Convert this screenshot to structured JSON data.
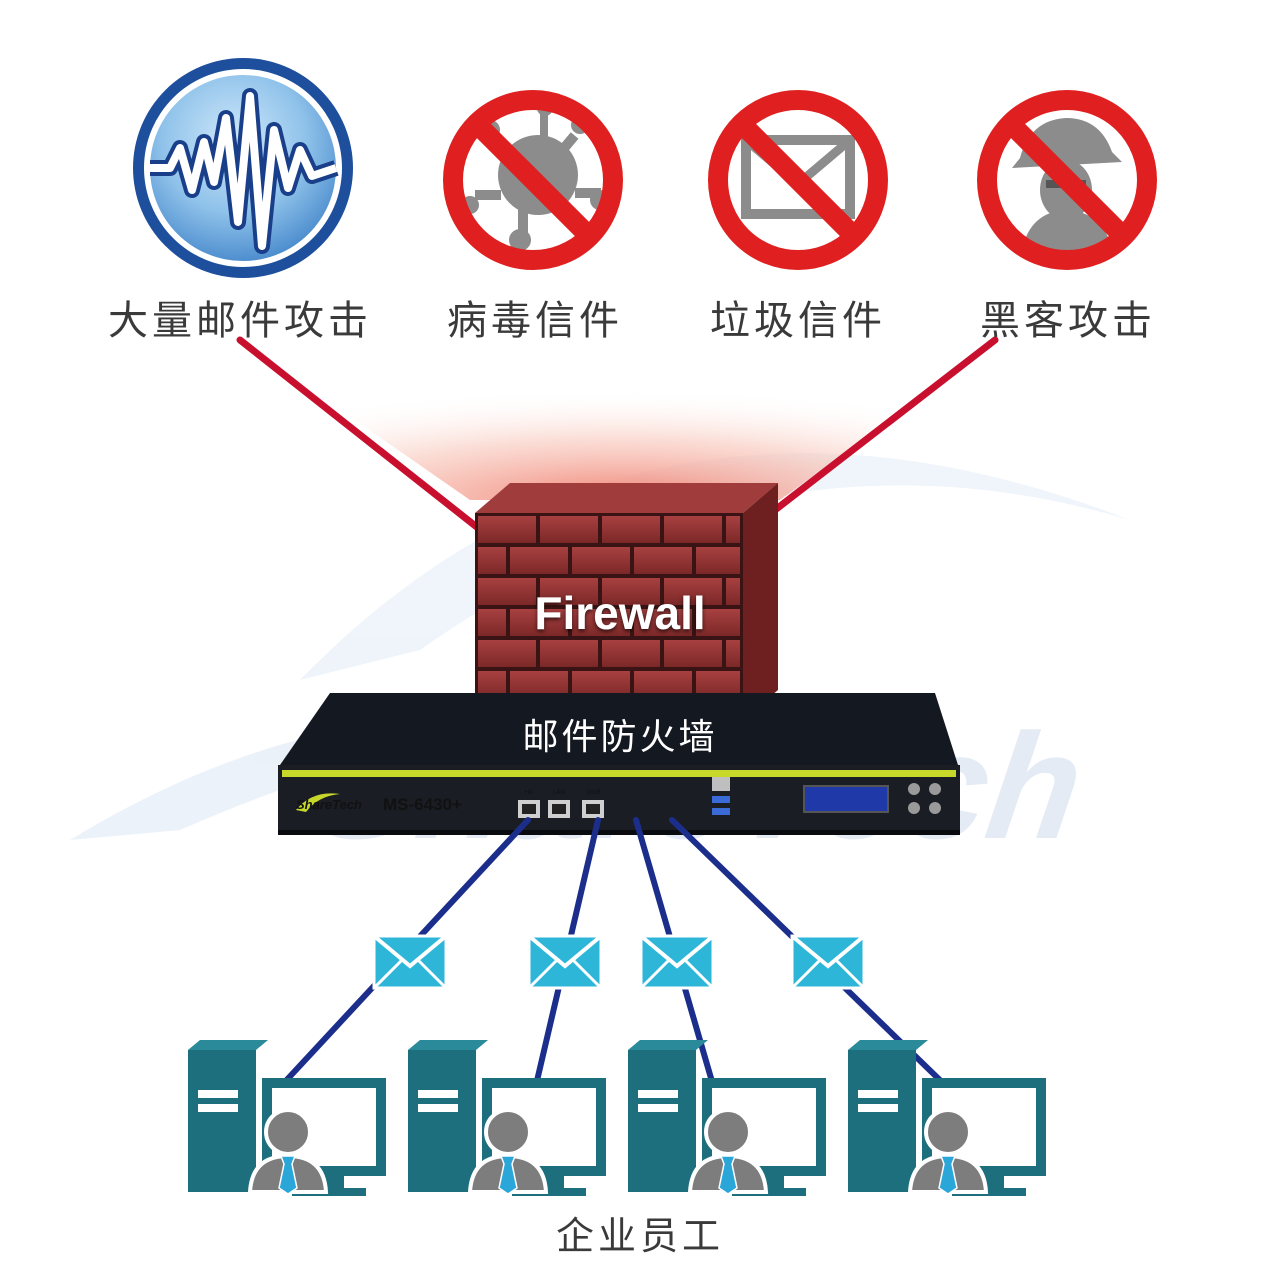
{
  "threats": [
    {
      "label": "大量邮件攻击",
      "icon": "wave-icon"
    },
    {
      "label": "病毒信件",
      "icon": "virus-icon"
    },
    {
      "label": "垃圾信件",
      "icon": "envelope-icon"
    },
    {
      "label": "黑客攻击",
      "icon": "hacker-icon"
    }
  ],
  "firewall": {
    "label": "Firewall"
  },
  "device": {
    "title": "邮件防火墙",
    "brand": "ShareTech",
    "model": "MS-6430+",
    "ports": [
      "HA",
      "LAN",
      "10GB"
    ]
  },
  "watermark": "ShareTech",
  "employees_label": "企业员工",
  "colors": {
    "threat_line": "#c8102e",
    "network_line": "#1c2e8c",
    "prohibit_red": "#e02020",
    "mail_icon": "#2eb6d8",
    "computer": "#1e6f7e",
    "brick": "#8e2f2f",
    "device_body": "#141820",
    "device_accent": "#c8d82a"
  }
}
